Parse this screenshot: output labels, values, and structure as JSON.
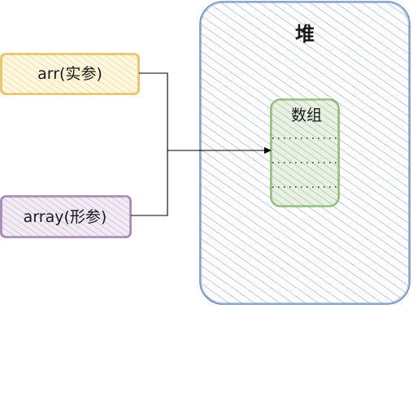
{
  "diagram": {
    "heap": {
      "label": "堆",
      "fill": "#dae8fc",
      "stroke": "#6c8ebf"
    },
    "array_block": {
      "label": "数组",
      "fill": "#d5e8d4",
      "stroke": "#82b366"
    },
    "actual_param": {
      "label": "arr(实参)",
      "fill": "#fff2cc",
      "stroke": "#d6b656"
    },
    "formal_param": {
      "label": "array(形参)",
      "fill": "#e1d5e7",
      "stroke": "#9673a6"
    },
    "connector_color": "#000000"
  }
}
